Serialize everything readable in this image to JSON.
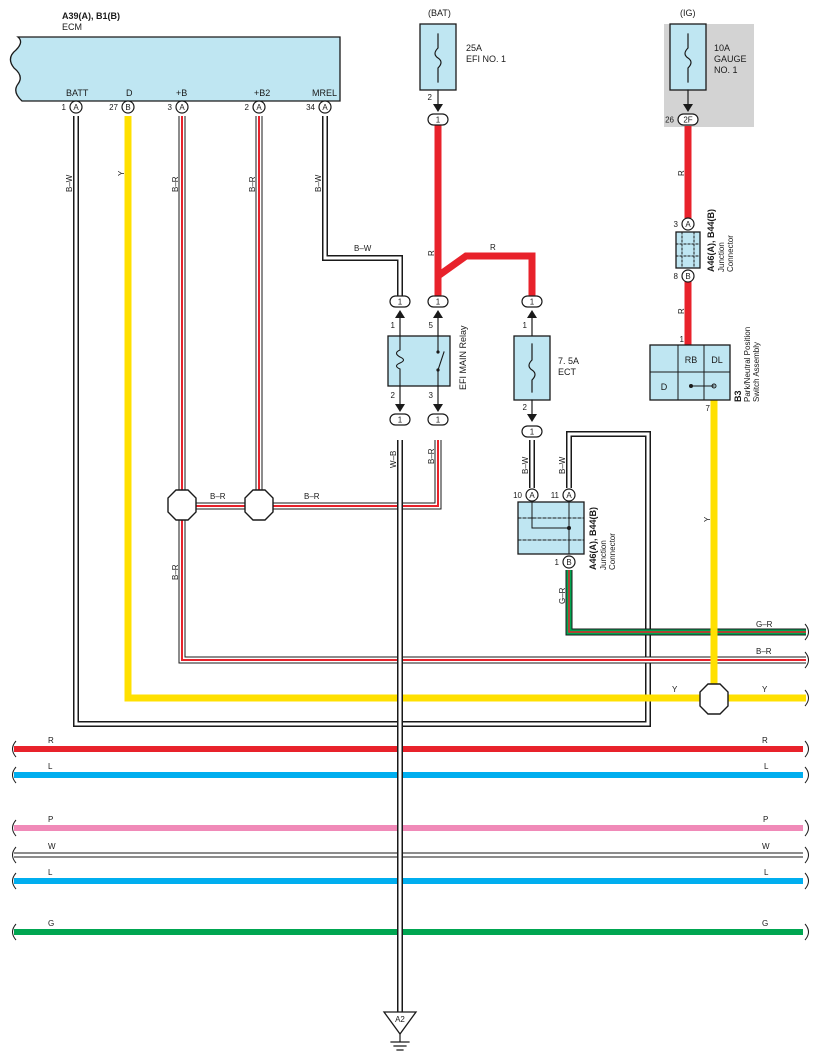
{
  "ecm": {
    "name": "A39(A), B1(B)",
    "label": "ECM",
    "terminals": [
      {
        "name": "BATT",
        "pin": "1",
        "conn": "A"
      },
      {
        "name": "D",
        "pin": "27",
        "conn": "B"
      },
      {
        "name": "+B",
        "pin": "3",
        "conn": "A"
      },
      {
        "name": "+B2",
        "pin": "2",
        "conn": "A"
      },
      {
        "name": "MREL",
        "pin": "34",
        "conn": "A"
      }
    ]
  },
  "power_sources": {
    "bat": "(BAT)",
    "ig": "(IG)"
  },
  "fuses": {
    "efi": {
      "rating": "25A",
      "name": "EFI NO. 1",
      "pin_out": "2",
      "conn": "1"
    },
    "gauge": {
      "rating": "10A",
      "name": "GAUGE",
      "name2": "NO. 1",
      "pin_out": "26",
      "conn": "2F"
    },
    "ect": {
      "rating": "7. 5A",
      "name": "ECT",
      "pin_in": "1",
      "pin_out": "2",
      "conn": "1"
    }
  },
  "relay": {
    "name": "EFI MAIN Relay",
    "pins": [
      "1",
      "5",
      "2",
      "3"
    ],
    "conn": "1"
  },
  "junction_top": {
    "id": "A46(A), B44(B)",
    "name": "Junction",
    "name2": "Connector",
    "pins": [
      "3",
      "8"
    ],
    "conns": [
      "A",
      "B"
    ]
  },
  "junction_bottom": {
    "id": "A46(A), B44(B)",
    "name": "Junction",
    "name2": "Connector",
    "pins": [
      "10",
      "11",
      "1"
    ],
    "conns": [
      "A",
      "A",
      "B"
    ]
  },
  "switch": {
    "id": "B3",
    "name": "Park/Neutral Position",
    "name2": "Switch Assembly",
    "cells": [
      "RB",
      "DL",
      "D"
    ],
    "pin_in": "1",
    "pin_out": "7"
  },
  "ground": {
    "label": "A2"
  },
  "wire_labels": {
    "bw": "B–W",
    "y": "Y",
    "br": "B–R",
    "r": "R",
    "wb": "W–B",
    "gr": "G–R",
    "l": "L",
    "p": "P",
    "w": "W",
    "g": "G"
  },
  "colors": {
    "red": "#e8222b",
    "yellow": "#ffe000",
    "blue": "#00aeef",
    "pink": "#f08ab8",
    "green": "#00a651",
    "component": "#bfe6f2",
    "ig_bg": "#d3d3d3"
  }
}
